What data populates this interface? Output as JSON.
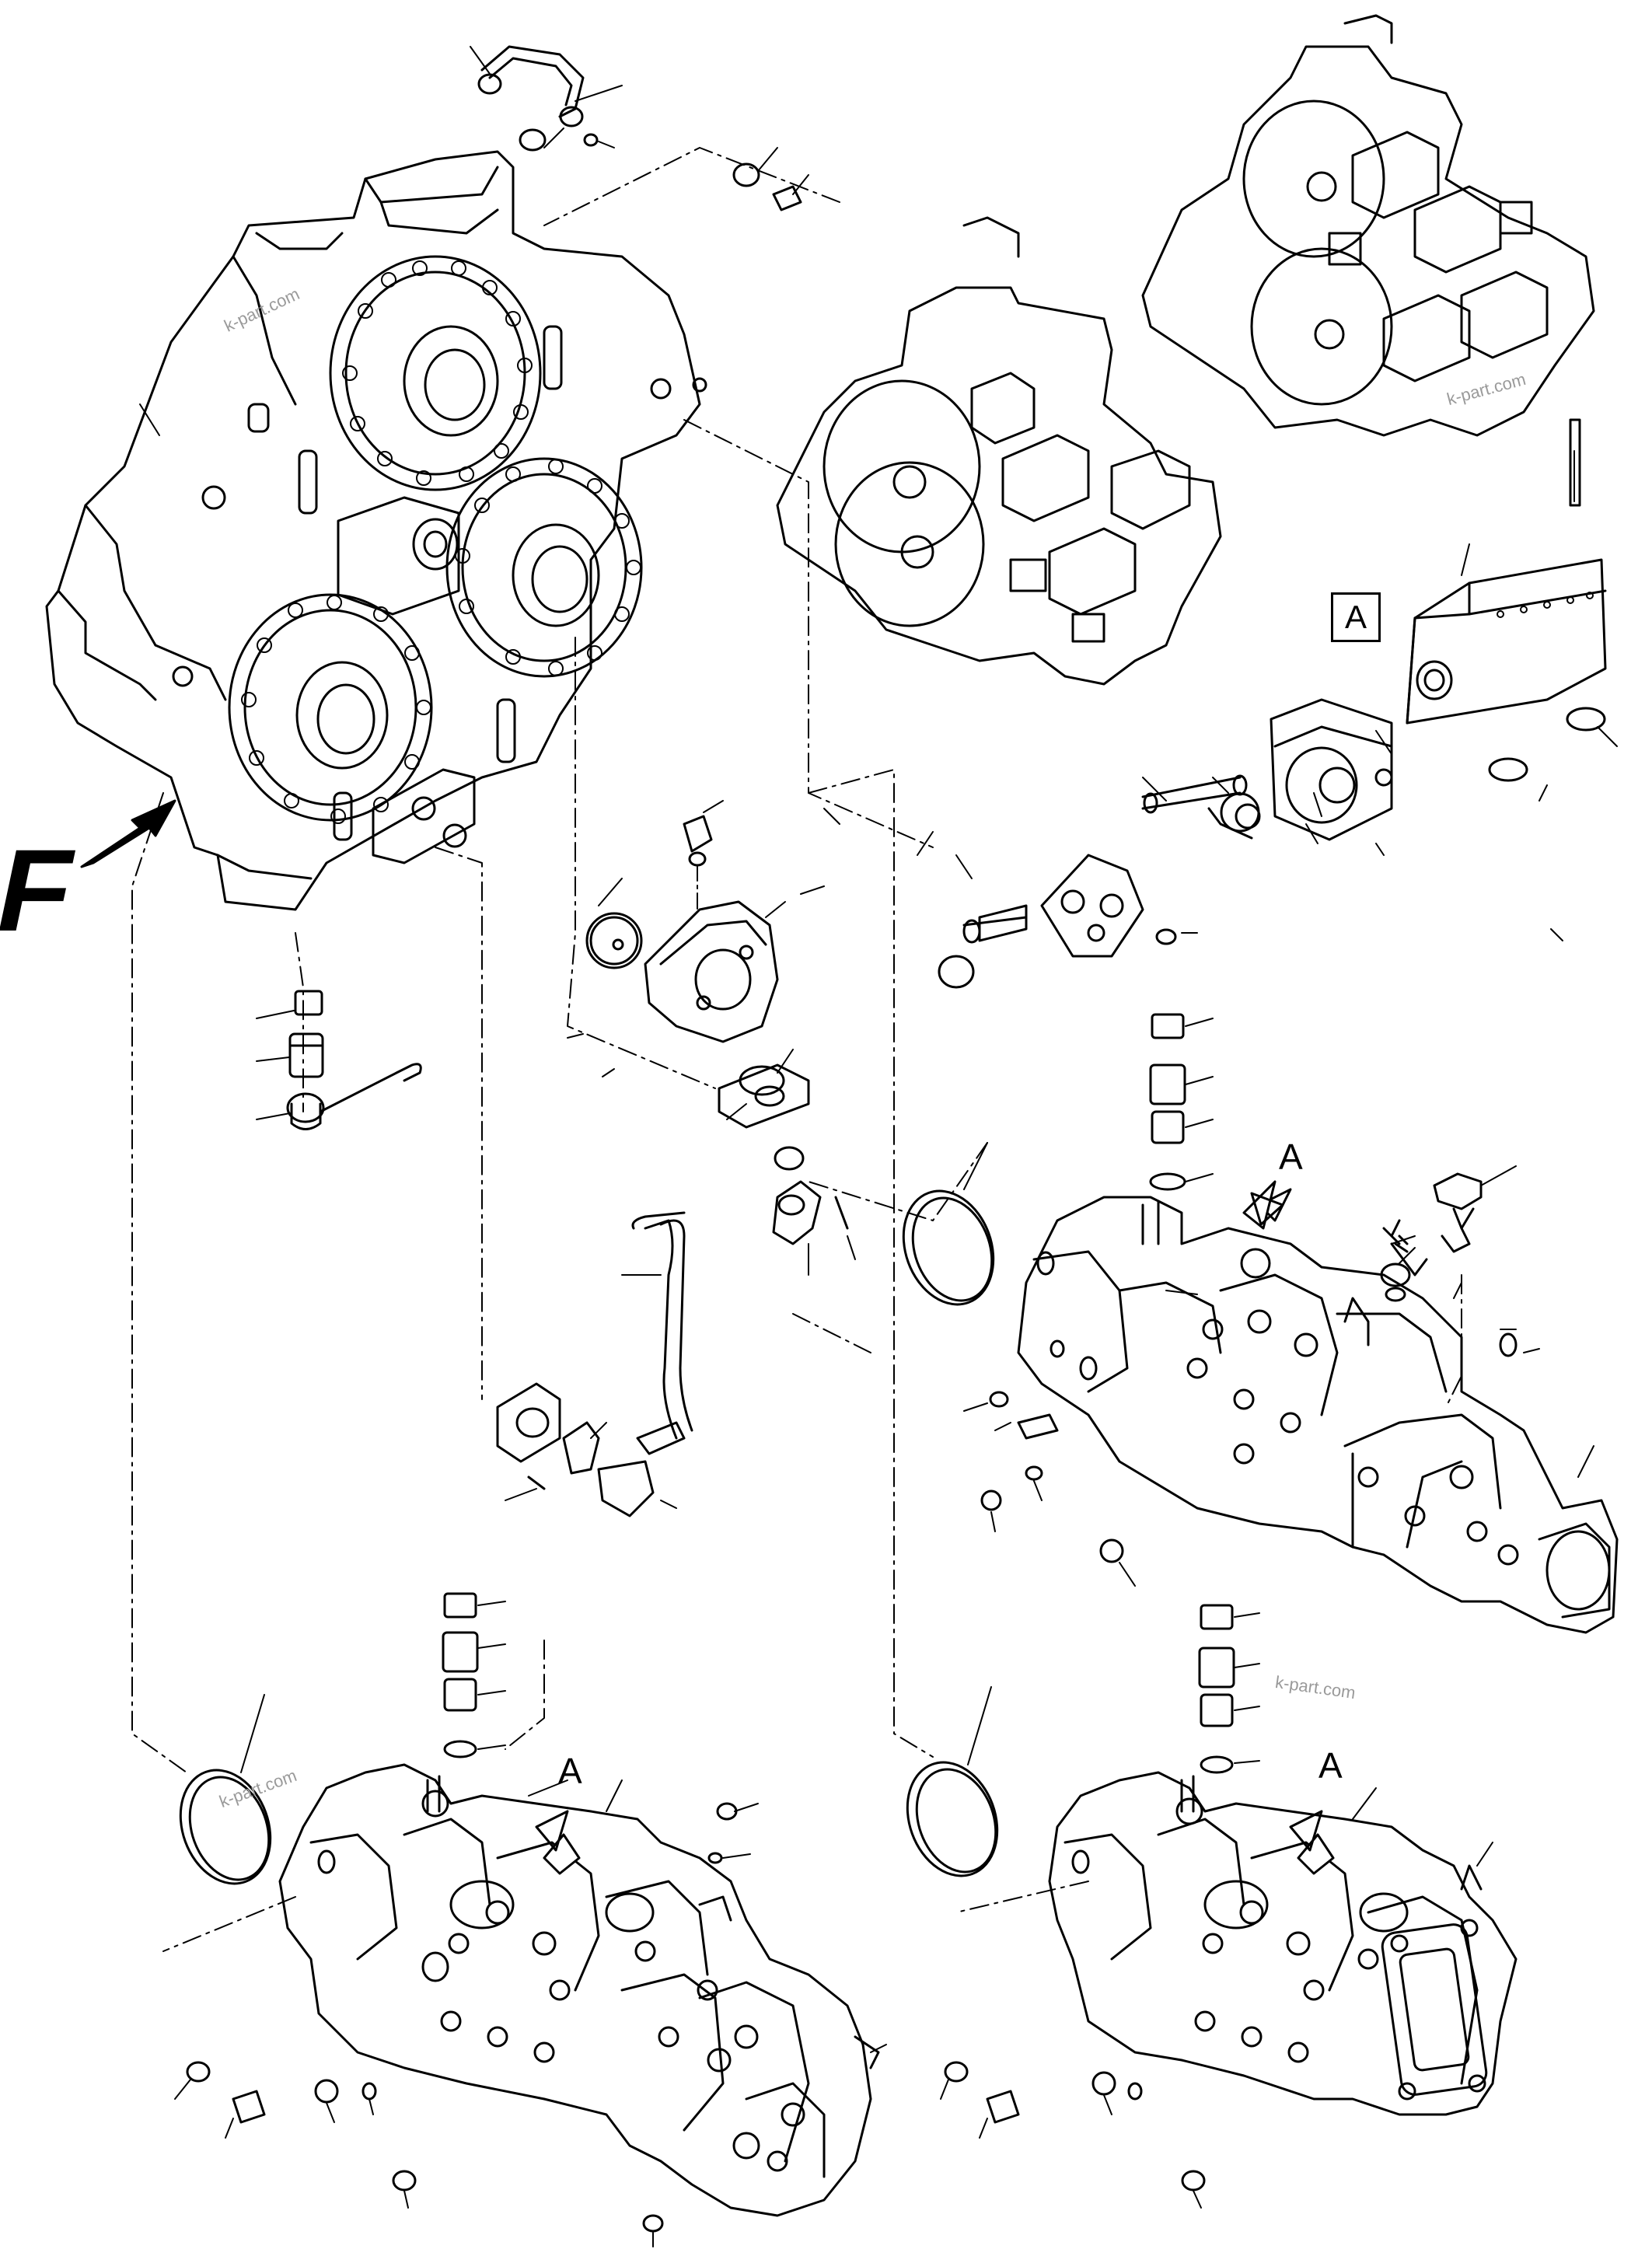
{
  "diagram": {
    "callout_letter": "A",
    "boxed_label": "A",
    "view_letter": "F",
    "watermarks": [
      "k-part.com",
      "k-part.com",
      "k-part.com",
      "k-part.com"
    ]
  },
  "colors": {
    "line": "#000000",
    "background": "#ffffff",
    "watermark": "#9a9a9a"
  }
}
